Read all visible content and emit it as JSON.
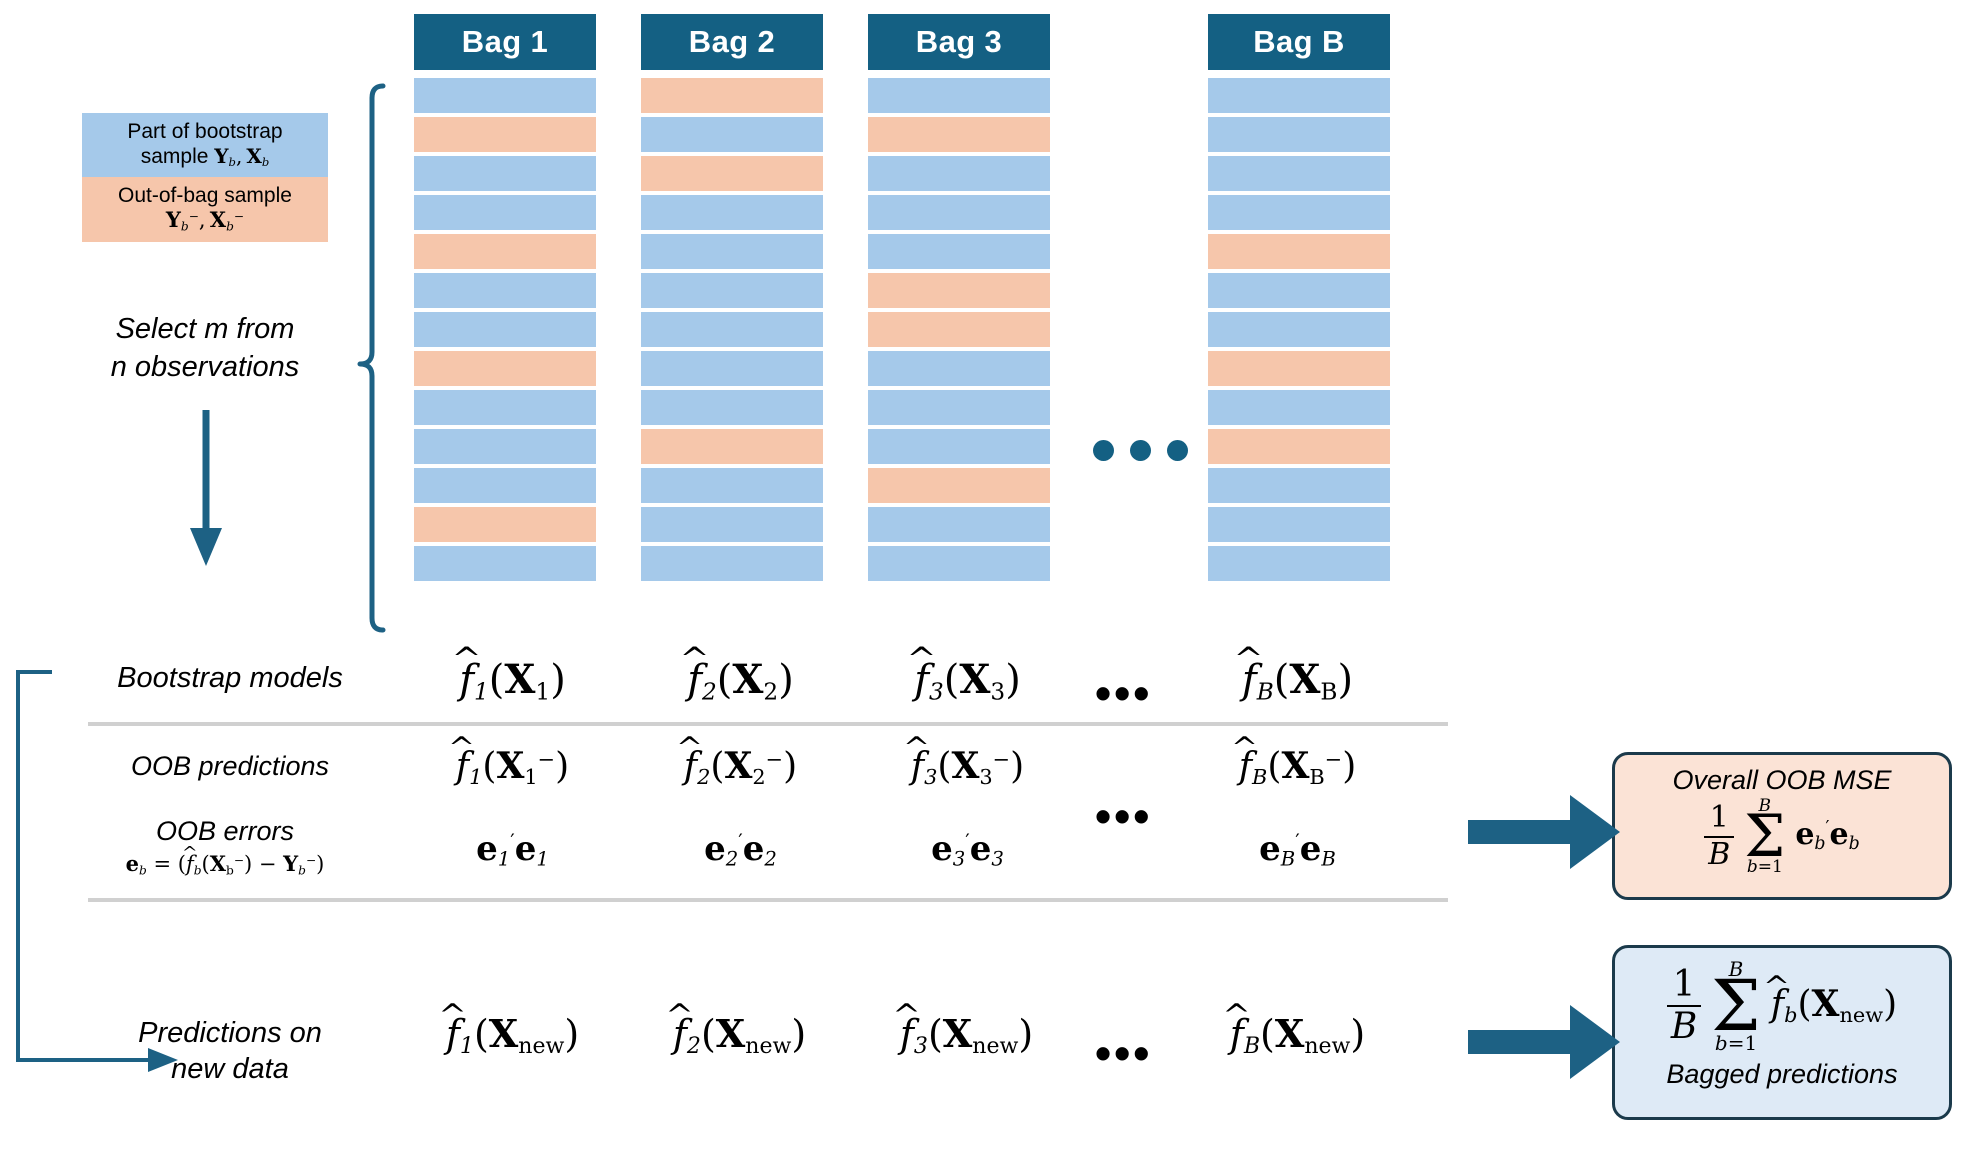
{
  "meta": {
    "title": "Bagging / Out-of-bag (OOB) workflow diagram",
    "colors": {
      "header_blue": "#146083",
      "cell_blue": "#A5C9EA",
      "cell_orange": "#F6C6AB",
      "box_peach": "#FBE3D6",
      "box_blue": "#DEEAF6",
      "box_border": "#1B3A4B",
      "rule_gray": "#D0D0D0"
    }
  },
  "legend": {
    "bootstrap": {
      "line1": "Part of bootstrap",
      "line2": "sample",
      "symbols": "Y_b , X_b"
    },
    "oob": {
      "line1": "Out-of-bag sample",
      "symbols": "Y_b^- , X_b^-"
    },
    "select_note_line1": "Select m from",
    "select_note_line2": "n observations"
  },
  "bags": [
    {
      "header": "Bag 1",
      "cells": [
        "blue",
        "orange",
        "blue",
        "blue",
        "orange",
        "blue",
        "blue",
        "orange",
        "blue",
        "blue",
        "blue",
        "orange",
        "blue"
      ]
    },
    {
      "header": "Bag 2",
      "cells": [
        "orange",
        "blue",
        "orange",
        "blue",
        "blue",
        "blue",
        "blue",
        "blue",
        "blue",
        "orange",
        "blue",
        "blue",
        "blue"
      ]
    },
    {
      "header": "Bag 3",
      "cells": [
        "blue",
        "orange",
        "blue",
        "blue",
        "blue",
        "orange",
        "orange",
        "blue",
        "blue",
        "blue",
        "orange",
        "blue",
        "blue"
      ]
    },
    {
      "header": "Bag B",
      "cells": [
        "blue",
        "blue",
        "blue",
        "blue",
        "orange",
        "blue",
        "blue",
        "orange",
        "blue",
        "orange",
        "blue",
        "blue",
        "blue"
      ]
    }
  ],
  "column_ellipsis": "● ● ●",
  "rows": [
    {
      "id": "bootstrap-models",
      "label": "Bootstrap models",
      "sublabel": "",
      "ellipsis": "•••",
      "entries": [
        {
          "f_sub": "1",
          "arg_main": "X",
          "arg_sub": "1",
          "arg_minus": false
        },
        {
          "f_sub": "2",
          "arg_main": "X",
          "arg_sub": "2",
          "arg_minus": false
        },
        {
          "f_sub": "3",
          "arg_main": "X",
          "arg_sub": "3",
          "arg_minus": false
        },
        {
          "f_sub": "B",
          "arg_main": "X",
          "arg_sub": "B",
          "arg_minus": false
        }
      ]
    },
    {
      "id": "oob-predictions",
      "label": "OOB predictions",
      "sublabel": "",
      "ellipsis": "•••",
      "entries": [
        {
          "f_sub": "1",
          "arg_main": "X",
          "arg_sub": "1",
          "arg_minus": true
        },
        {
          "f_sub": "2",
          "arg_main": "X",
          "arg_sub": "2",
          "arg_minus": true
        },
        {
          "f_sub": "3",
          "arg_main": "X",
          "arg_sub": "3",
          "arg_minus": true
        },
        {
          "f_sub": "B",
          "arg_main": "X",
          "arg_sub": "B",
          "arg_minus": true
        }
      ]
    },
    {
      "id": "oob-errors",
      "label": "OOB errors",
      "sublabel": "e_b = ( f̂_b(X_b^-) - Y_b^- )",
      "ellipsis": "",
      "entries": [
        {
          "e_sub": "1"
        },
        {
          "e_sub": "2"
        },
        {
          "e_sub": "3"
        },
        {
          "e_sub": "B"
        }
      ]
    },
    {
      "id": "predictions-new-data",
      "label_line1": "Predictions on",
      "label_line2": "new data",
      "ellipsis": "•••",
      "entries": [
        {
          "f_sub": "1",
          "arg_main": "X",
          "arg_sub": "new"
        },
        {
          "f_sub": "2",
          "arg_main": "X",
          "arg_sub": "new"
        },
        {
          "f_sub": "3",
          "arg_main": "X",
          "arg_sub": "new"
        },
        {
          "f_sub": "B",
          "arg_main": "X",
          "arg_sub": "new"
        }
      ]
    }
  ],
  "result_boxes": {
    "oob_mse": {
      "caption": "Overall OOB MSE",
      "formula": {
        "frac_num": "1",
        "frac_den": "B",
        "sum_upper": "B",
        "sum_lower": "b=1",
        "body": "e'_b e_b"
      }
    },
    "bagged": {
      "caption": "Bagged predictions",
      "formula": {
        "frac_num": "1",
        "frac_den": "B",
        "sum_upper": "B",
        "sum_lower": "b=1",
        "body": "f̂_b(X_new)"
      }
    }
  }
}
